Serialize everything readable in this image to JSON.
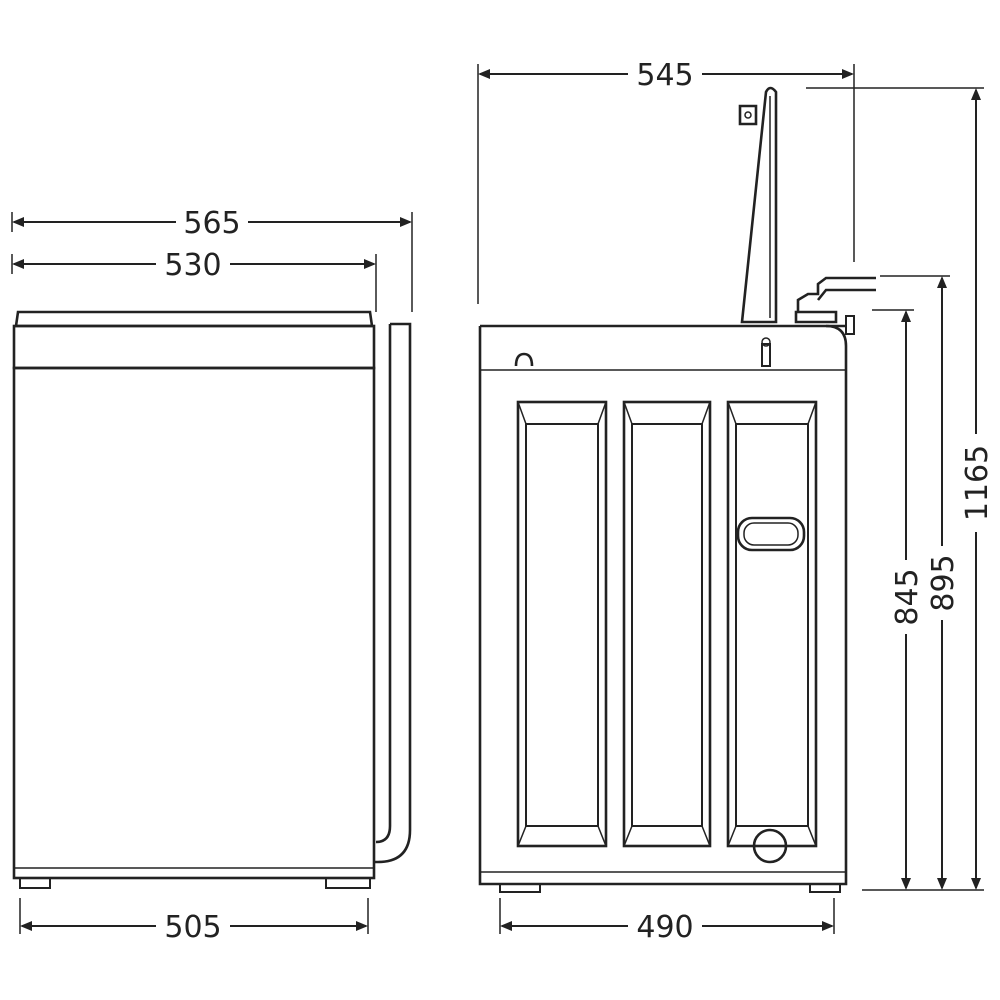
{
  "dimensions": {
    "front_outer_width": "565",
    "front_body_width": "530",
    "front_base_width": "505",
    "side_lid_open_depth": "545",
    "side_base_depth": "490",
    "height_body": "845",
    "height_hose": "895",
    "height_lid_open": "1165"
  }
}
